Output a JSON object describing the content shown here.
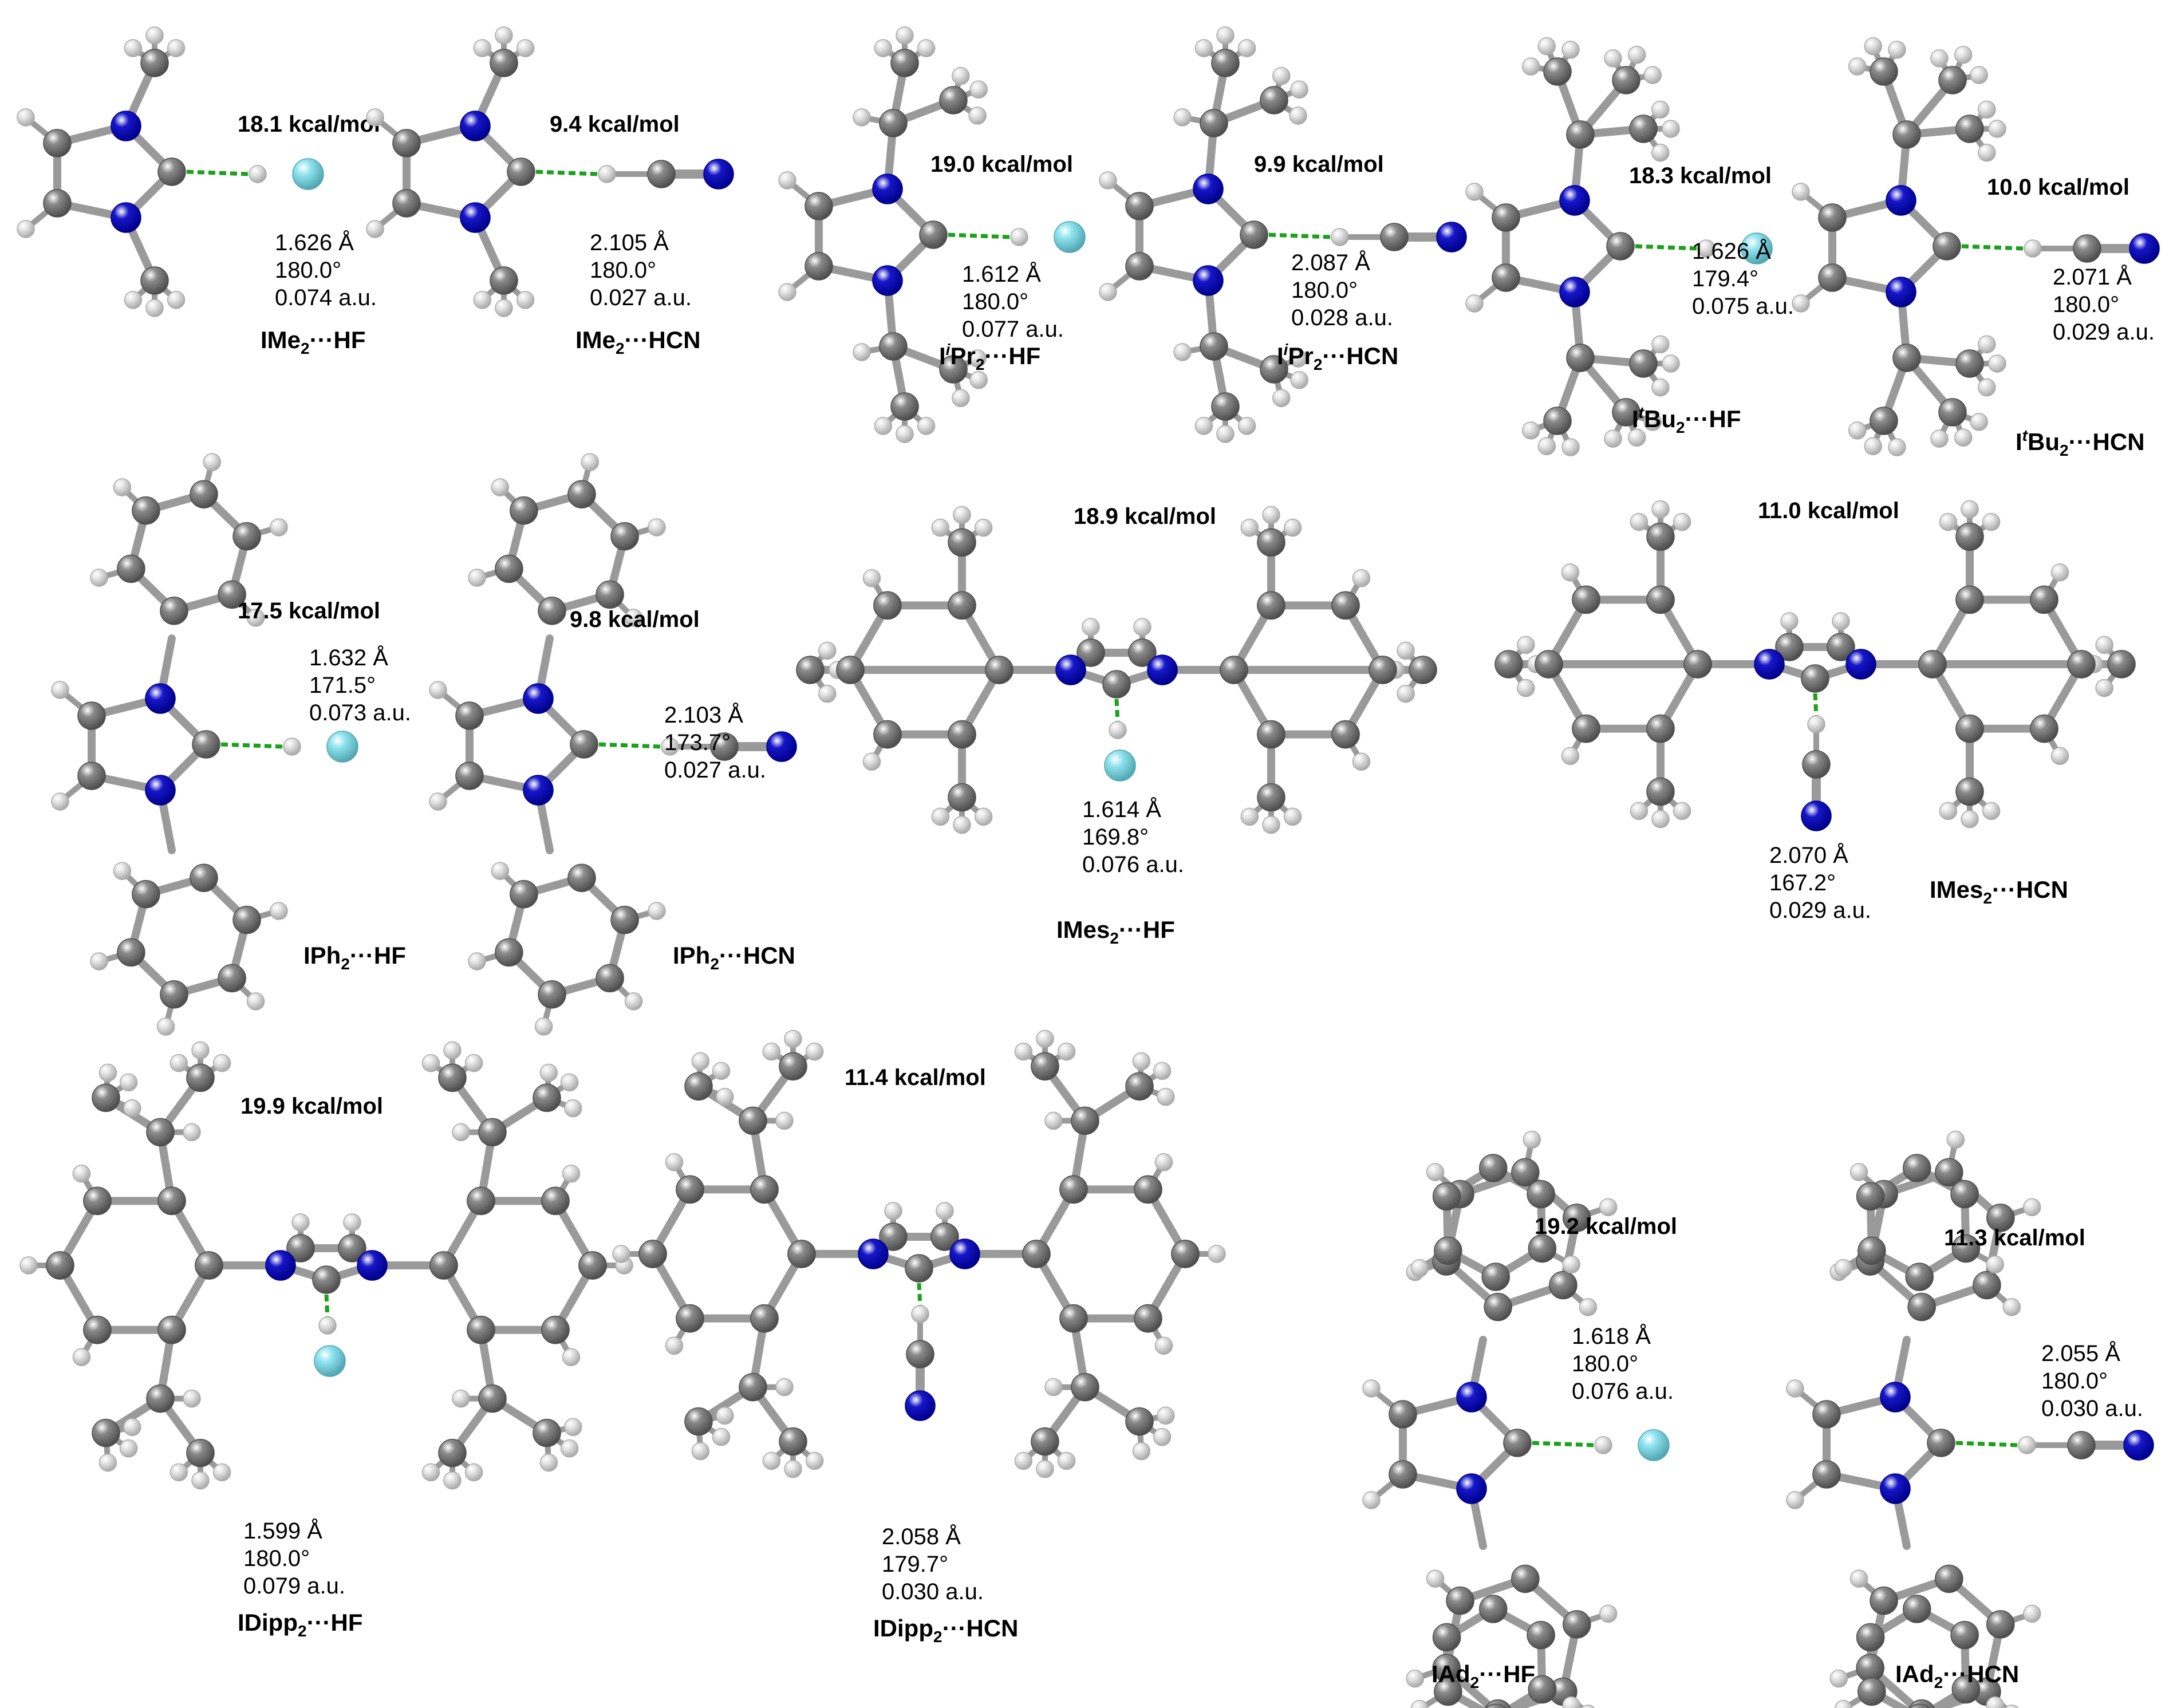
{
  "figure": {
    "complexes": [
      {
        "id": "IMe2-HF",
        "ligand": "IMe",
        "sup": "",
        "sub": "2",
        "guest": "HF",
        "suffix": "···HF",
        "energy": "18.1 kcal/mol",
        "distance": "1.626 Å",
        "angle": "180.0°",
        "density": "0.074 a.u.",
        "substituent": "methyl",
        "view": "side"
      },
      {
        "id": "IMe2-HCN",
        "ligand": "IMe",
        "sup": "",
        "sub": "2",
        "guest": "HCN",
        "suffix": "···HCN",
        "energy": "9.4 kcal/mol",
        "distance": "2.105 Å",
        "angle": "180.0°",
        "density": "0.027 a.u.",
        "substituent": "methyl",
        "view": "side"
      },
      {
        "id": "IiPr2-HF",
        "ligand": "I",
        "sup": "i",
        "sub": "2",
        "ligandTail": "Pr",
        "guest": "HF",
        "suffix": "···HF",
        "energy": "19.0 kcal/mol",
        "distance": "1.612 Å",
        "angle": "180.0°",
        "density": "0.077 a.u.",
        "substituent": "isopropyl",
        "view": "side"
      },
      {
        "id": "IiPr2-HCN",
        "ligand": "I",
        "sup": "i",
        "sub": "2",
        "ligandTail": "Pr",
        "guest": "HCN",
        "suffix": "···HCN",
        "energy": "9.9 kcal/mol",
        "distance": "2.087 Å",
        "angle": "180.0°",
        "density": "0.028 a.u.",
        "substituent": "isopropyl",
        "view": "side"
      },
      {
        "id": "ItBu2-HF",
        "ligand": "I",
        "sup": "t",
        "sub": "2",
        "ligandTail": "Bu",
        "guest": "HF",
        "suffix": "···HF",
        "energy": "18.3 kcal/mol",
        "distance": "1.626 Å",
        "angle": "179.4°",
        "density": "0.075 a.u.",
        "substituent": "tert-butyl",
        "view": "side"
      },
      {
        "id": "ItBu2-HCN",
        "ligand": "I",
        "sup": "t",
        "sub": "2",
        "ligandTail": "Bu",
        "guest": "HCN",
        "suffix": "···HCN",
        "energy": "10.0 kcal/mol",
        "distance": "2.071 Å",
        "angle": "180.0°",
        "density": "0.029 a.u.",
        "substituent": "tert-butyl",
        "view": "side"
      },
      {
        "id": "IPh2-HF",
        "ligand": "IPh",
        "sup": "",
        "sub": "2",
        "guest": "HF",
        "suffix": "···HF",
        "energy": "17.5 kcal/mol",
        "distance": "1.632 Å",
        "angle": "171.5°",
        "density": "0.073 a.u.",
        "substituent": "phenyl",
        "view": "side"
      },
      {
        "id": "IPh2-HCN",
        "ligand": "IPh",
        "sup": "",
        "sub": "2",
        "guest": "HCN",
        "suffix": "···HCN",
        "energy": "9.8 kcal/mol",
        "distance": "2.103 Å",
        "angle": "173.7°",
        "density": "0.027 a.u.",
        "substituent": "phenyl",
        "view": "side"
      },
      {
        "id": "IMes2-HF",
        "ligand": "IMes",
        "sup": "",
        "sub": "2",
        "guest": "HF",
        "suffix": "···HF",
        "energy": "18.9 kcal/mol",
        "distance": "1.614 Å",
        "angle": "169.8°",
        "density": "0.076 a.u.",
        "substituent": "mesityl",
        "view": "front"
      },
      {
        "id": "IMes2-HCN",
        "ligand": "IMes",
        "sup": "",
        "sub": "2",
        "guest": "HCN",
        "suffix": "···HCN",
        "energy": "11.0 kcal/mol",
        "distance": "2.070 Å",
        "angle": "167.2°",
        "density": "0.029 a.u.",
        "substituent": "mesityl",
        "view": "front"
      },
      {
        "id": "IDipp2-HF",
        "ligand": "IDipp",
        "sup": "",
        "sub": "2",
        "guest": "HF",
        "suffix": "···HF",
        "energy": "19.9 kcal/mol",
        "distance": "1.599 Å",
        "angle": "180.0°",
        "density": "0.079 a.u.",
        "substituent": "dipp",
        "view": "front"
      },
      {
        "id": "IDipp2-HCN",
        "ligand": "IDipp",
        "sup": "",
        "sub": "2",
        "guest": "HCN",
        "suffix": "···HCN",
        "energy": "11.4 kcal/mol",
        "distance": "2.058 Å",
        "angle": "179.7°",
        "density": "0.030 a.u.",
        "substituent": "dipp",
        "view": "front"
      },
      {
        "id": "IAd2-HF",
        "ligand": "IAd",
        "sup": "",
        "sub": "2",
        "guest": "HF",
        "suffix": "···HF",
        "energy": "19.2 kcal/mol",
        "distance": "1.618 Å",
        "angle": "180.0°",
        "density": "0.076 a.u.",
        "substituent": "adamantyl",
        "view": "side"
      },
      {
        "id": "IAd2-HCN",
        "ligand": "IAd",
        "sup": "",
        "sub": "2",
        "guest": "HCN",
        "suffix": "···HCN",
        "energy": "11.3 kcal/mol",
        "distance": "2.055 Å",
        "angle": "180.0°",
        "density": "0.030 a.u.",
        "substituent": "adamantyl",
        "view": "side"
      }
    ]
  },
  "colors": {
    "carbon": "#8a8a8a",
    "nitrogen": "#1616c8",
    "hydrogen": "#e6e6e6",
    "fluorine": "#8fe3ef",
    "bond": "#9a9a9a",
    "hbond": "#1aa21a"
  },
  "atoms": [
    "carbon",
    "nitrogen",
    "hydrogen",
    "fluorine"
  ]
}
